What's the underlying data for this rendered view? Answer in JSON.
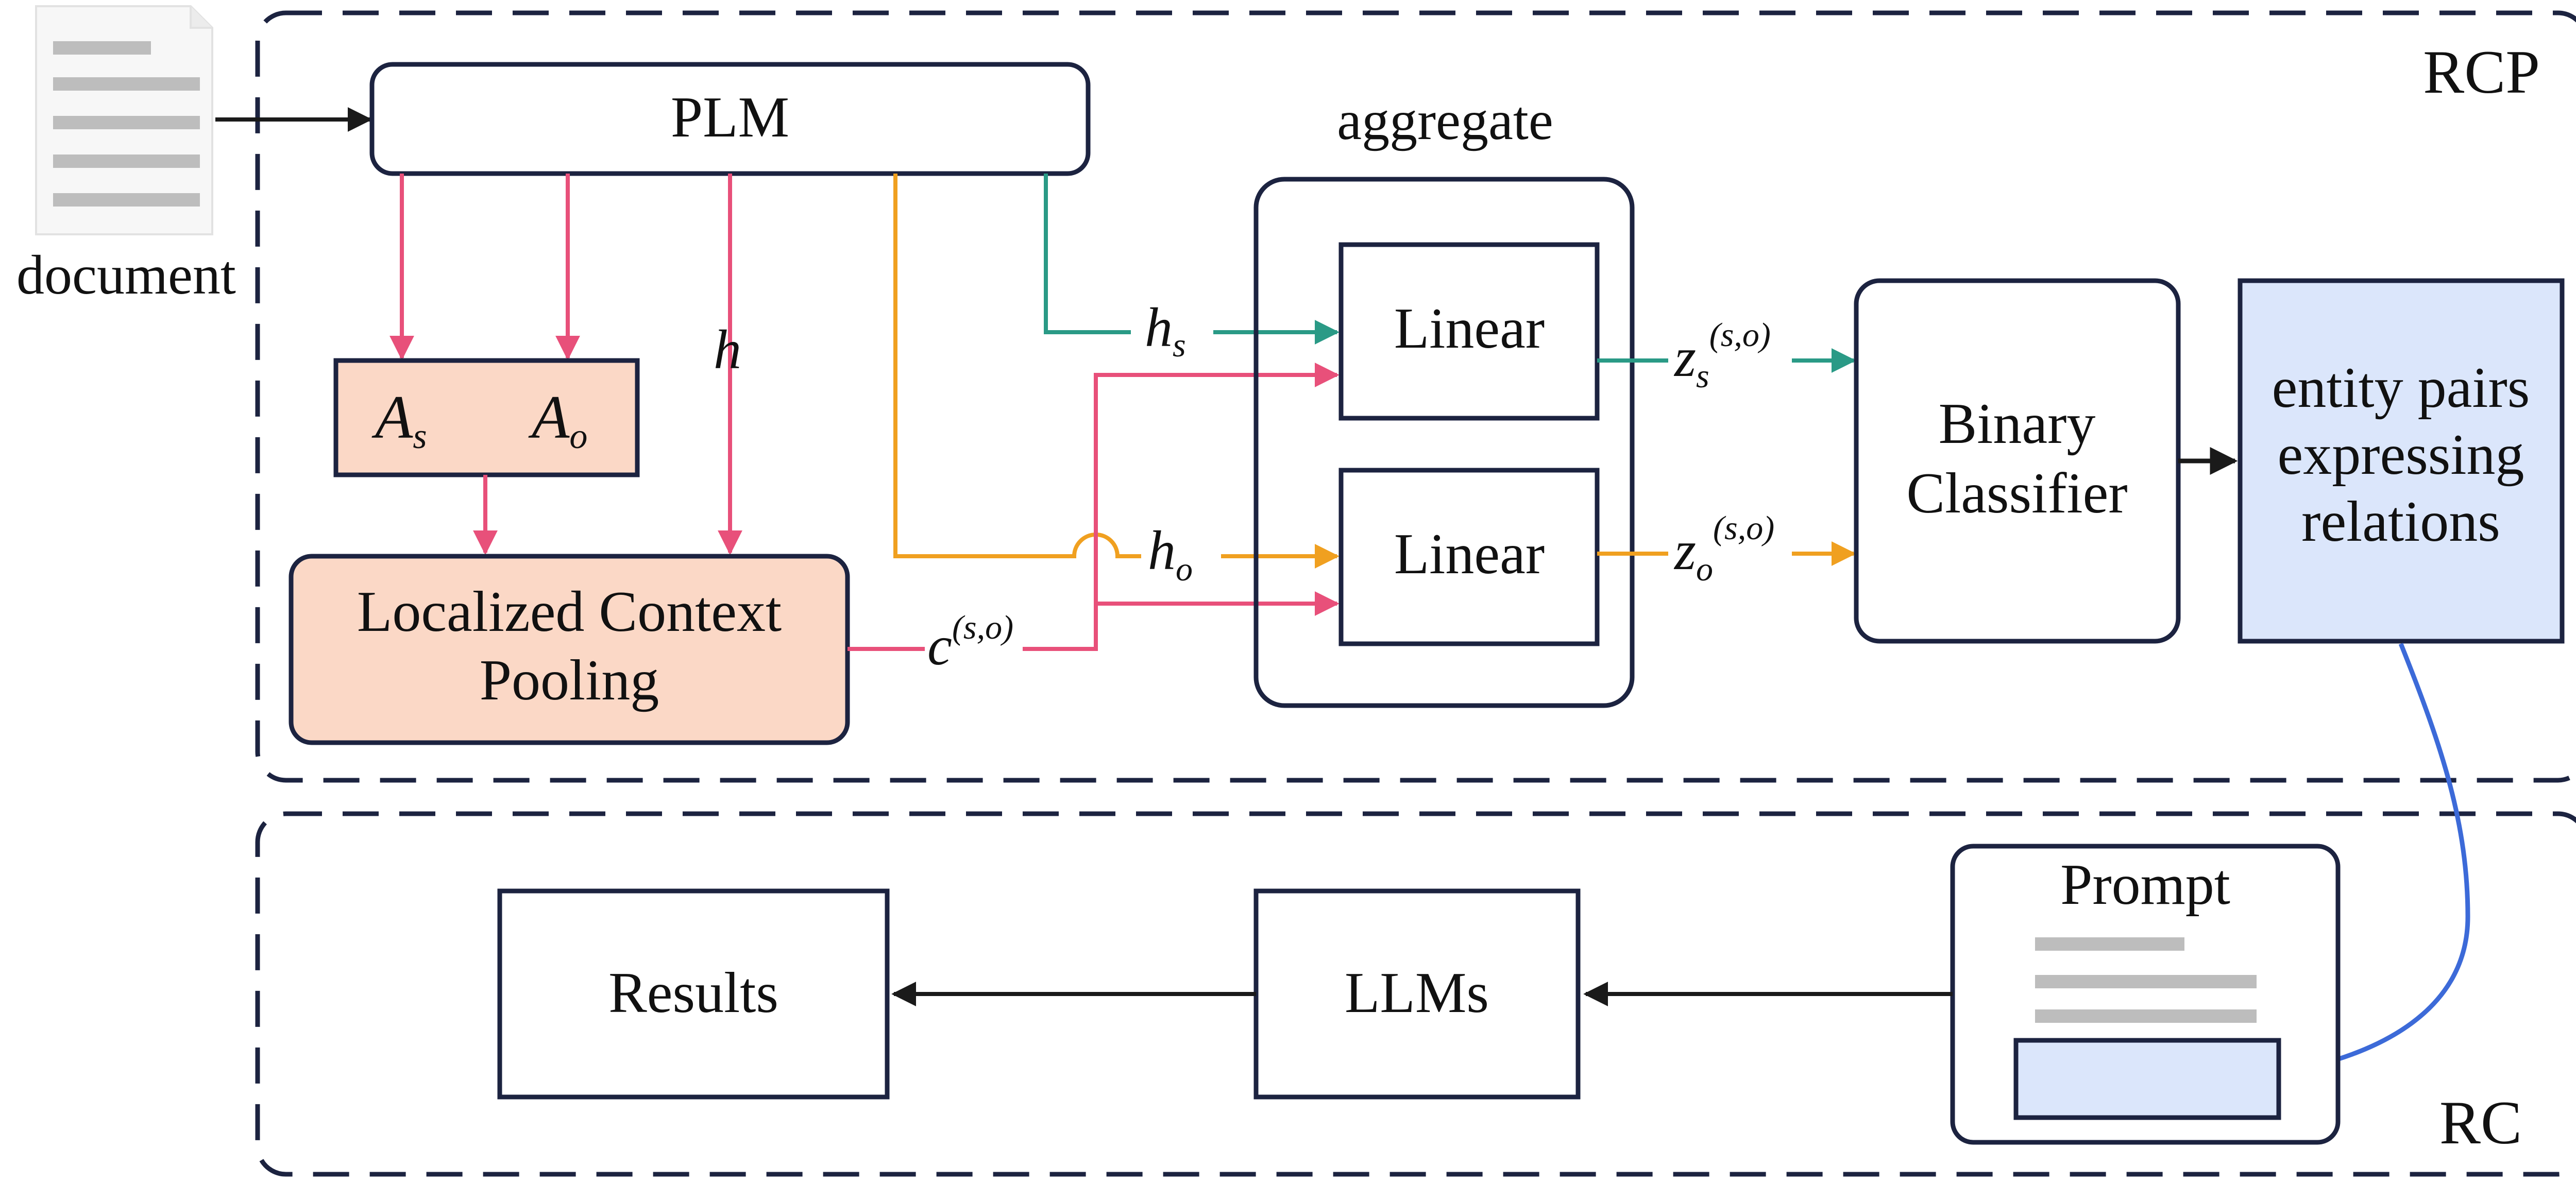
{
  "document": {
    "label": "document"
  },
  "regions": {
    "rcp": "RCP",
    "rc": "RC"
  },
  "plm": {
    "label": "PLM"
  },
  "attention": {
    "a_s": "A",
    "a_s_sub": "s",
    "a_o": "A",
    "a_o_sub": "o"
  },
  "lcp": {
    "line1": "Localized Context",
    "line2": "Pooling"
  },
  "vars": {
    "h": "h",
    "hs": "h",
    "hs_sub": "s",
    "ho": "h",
    "ho_sub": "o",
    "c": "c",
    "c_sup": "(s,o)",
    "zs": "z",
    "zs_sub": "s",
    "zs_sup": "(s,o)",
    "zo": "z",
    "zo_sub": "o",
    "zo_sup": "(s,o)"
  },
  "aggregate": {
    "title": "aggregate",
    "linear_top": "Linear",
    "linear_bottom": "Linear"
  },
  "classifier": {
    "line1": "Binary",
    "line2": "Classifier"
  },
  "entity_pairs": {
    "line1": "entity pairs",
    "line2": "expressing",
    "line3": "relations"
  },
  "prompt": {
    "title": "Prompt"
  },
  "llms": {
    "label": "LLMs"
  },
  "results": {
    "label": "Results"
  },
  "colors": {
    "frame": "#1c2340",
    "pink": "#e8507a",
    "orange": "#f0a020",
    "teal": "#2a9a86",
    "blue": "#3c6ad8",
    "peach": "#fbd8c6",
    "lightblue": "#dbe6fb",
    "doc_gray": "#bdbdbd"
  }
}
